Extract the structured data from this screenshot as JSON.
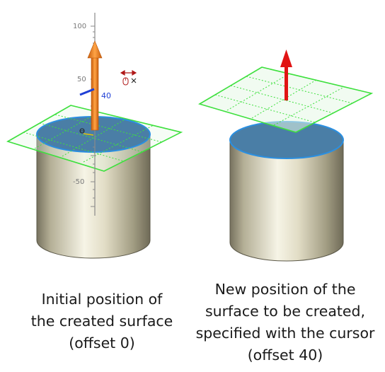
{
  "ruler": {
    "ticks": [
      "100",
      "50",
      "-50"
    ]
  },
  "offset_marker": "40",
  "captions": {
    "left": [
      "Initial position of",
      "the created surface",
      "(offset 0)"
    ],
    "right": [
      "New position of the",
      "surface to be created,",
      "specified with the cursor",
      "(offset 40)"
    ]
  },
  "colors": {
    "plane_stroke": "#3ee03e",
    "plane_fill": "#e6f7e6",
    "cap_fill": "#4a7ea6",
    "cap_stroke": "#2b8fe0",
    "ruler_tick": "#8a8a8a",
    "orange_arrow": "#f07a1a",
    "red_arrow": "#e11414",
    "offset_marker": "#1f3fd6"
  },
  "icons": [
    "move-cursor-icon",
    "mouse-icon",
    "close-x-icon",
    "red-arrow-icon",
    "orange-arrow-icon"
  ]
}
